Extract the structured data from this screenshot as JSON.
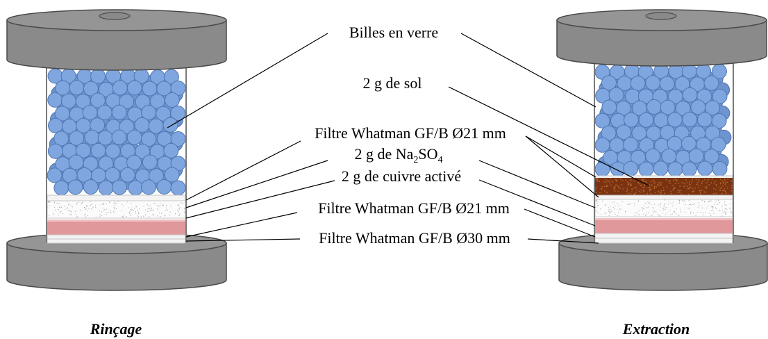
{
  "labels": {
    "glass_beads": "Billes en verre",
    "soil": "2 g de sol",
    "filter_21_top": "Filtre Whatman GF/B Ø21 mm",
    "na2so4": {
      "prefix": "2 g de Na",
      "sub1": "2",
      "mid": "SO",
      "sub2": "4"
    },
    "activated_copper": "2 g de cuivre activé",
    "filter_21_bottom": "Filtre Whatman GF/B Ø21 mm",
    "filter_30": "Filtre Whatman GF/B Ø30 mm"
  },
  "cells": {
    "left": {
      "title": "Rinçage"
    },
    "right": {
      "title": "Extraction"
    }
  },
  "colors": {
    "glass_bead": "#7fa6df",
    "glass_bead_back": "#6d94cf",
    "glass_bead_outline": "#4f76b2",
    "cap": "#8a8a8a",
    "cap_top": "#959595",
    "cap_outline": "#4a4a4a",
    "copper_layer": "#e0989b",
    "copper_highlight": "#efc0c1",
    "soil_layer": "#7a3311",
    "soil_speckle": "#b5652c",
    "na2so4_speckle": "#a6a6a6"
  }
}
